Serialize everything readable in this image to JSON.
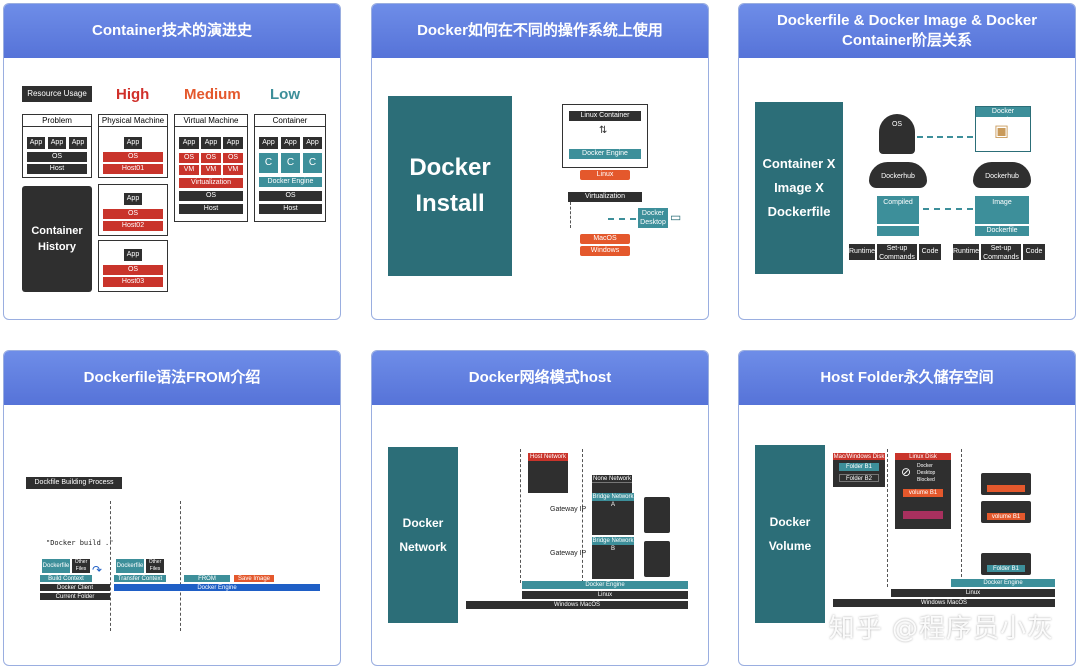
{
  "cards": [
    {
      "title": "Container技术的演进史"
    },
    {
      "title": "Docker如何在不同的操作系统上使用"
    },
    {
      "title": "Dockerfile & Docker Image & Docker Container阶层关系"
    },
    {
      "title": "Dockerfile语法FROM介绍"
    },
    {
      "title": "Docker网络模式host"
    },
    {
      "title": "Host Folder永久储存空间"
    }
  ],
  "c1": {
    "resource_usage": "Resource Usage",
    "high": "High",
    "medium": "Medium",
    "low": "Low",
    "problem": "Problem",
    "physical_machine": "Physical Machine",
    "virtual_machine": "Virtual Machine",
    "container": "Container",
    "app": "App",
    "os": "OS",
    "host": "Host",
    "vm": "VM",
    "host01": "Host01",
    "host02": "Host02",
    "host03": "Host03",
    "virtualization": "Virtualization",
    "docker_engine": "Docker Engine",
    "c": "C",
    "history_title": "Container History"
  },
  "c2": {
    "big_label": "Docker Install",
    "linux_container": "Linux Container",
    "docker_engine": "Docker Engine",
    "linux": "Linux",
    "virtualization": "Virtualization",
    "docker_desktop": "Docker Desktop",
    "macos": "MacOS",
    "windows": "Windows"
  },
  "c3": {
    "big_label": "Container X Image X Dockerfile",
    "os": "OS",
    "docker_container": "Docker Container",
    "dockerhub": "Dockerhub",
    "compiled": "Compiled",
    "image": "Image",
    "dockerfile": "Dockerfile",
    "runtime": "Runtime",
    "setup_commands": "Set-up Commands",
    "code": "Code"
  },
  "c4": {
    "process_title": "Dockfile Building Process",
    "command": "\"Docker build .\"",
    "dockerfile": "Dockerfile",
    "other_files": "Other Files",
    "build_context": "Build Context",
    "docker_client": "Docker Client",
    "current_folder": "Current Folder",
    "transfer_context": "Transfer Context",
    "from": "FROM",
    "docker_engine": "Docker Engine",
    "save_image": "Save Image"
  },
  "c5": {
    "big_label": "Docker Network",
    "host_network": "Host Network",
    "none_network": "None Network",
    "bridge_a": "Bridge Network A",
    "bridge_b": "Bridge Network B",
    "gateway_ip": "Gateway IP",
    "docker_engine": "Docker Engine",
    "linux": "Linux",
    "os_line": "Windows  MacOS"
  },
  "c6": {
    "big_label": "Docker Volume",
    "mac_windows_disk": "Mac/Windows Disk",
    "folder_b1": "Folder B1",
    "folder_b2": "Folder B2",
    "linux_disk": "Linux Disk",
    "blocked": "Docker Desktop Blocked",
    "volume_b1": "volume B1",
    "docker_engine": "Docker Engine",
    "linux": "Linux",
    "os_line": "Windows  MacOS"
  },
  "watermark": "知乎 @程序员小灰",
  "colors": {
    "header": "#5f7de0",
    "teal": "#2c6e78",
    "red": "#c9342b",
    "dark": "#2f2f2f",
    "blue": "#1f5fc6",
    "orange": "#e4582c"
  }
}
